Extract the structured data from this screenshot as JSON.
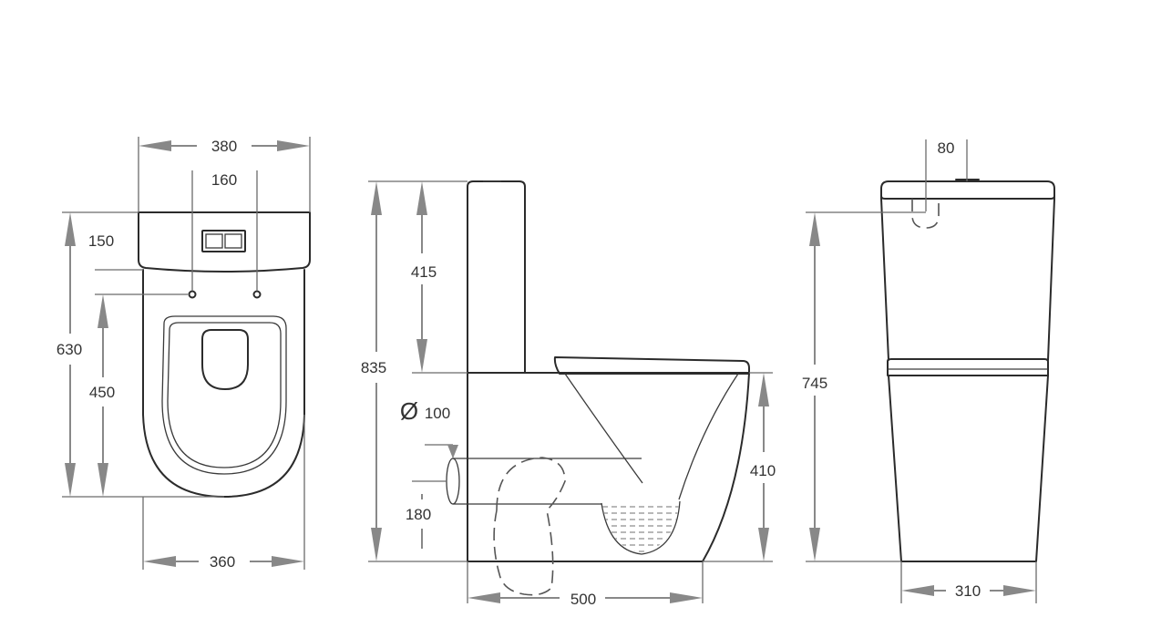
{
  "front_view": {
    "overall_width": "380",
    "button_spacing": "160",
    "cistern_depth": "150",
    "overall_depth": "630",
    "seat_depth": "450",
    "base_width": "360"
  },
  "side_view": {
    "overall_height": "835",
    "cistern_height": "415",
    "outlet_diameter_symbol": "Ø",
    "outlet_diameter": "100",
    "outlet_height": "180",
    "pan_height": "410",
    "base_length": "500"
  },
  "end_view": {
    "button_offset": "80",
    "height": "745",
    "base_width": "310"
  }
}
